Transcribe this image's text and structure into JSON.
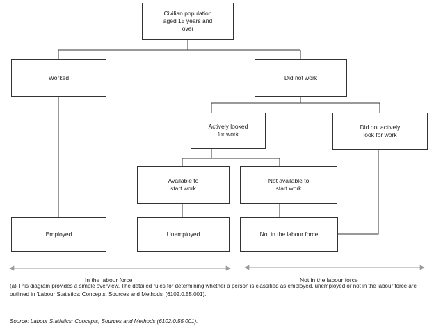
{
  "nodes": {
    "civilian": "Civilian population\naged 15 years and\nover",
    "worked": "Worked",
    "did_not_work": "Did not work",
    "actively_looked": "Actively looked\nfor work",
    "did_not_actively": "Did not actively\nlook for work",
    "available": "Available to\nstart work",
    "not_available": "Not available to\nstart work",
    "employed": "Employed",
    "unemployed": "Unemployed",
    "not_in_lf": "Not in the labour force"
  },
  "ranges": {
    "in_labour_force": "In the labour force",
    "not_in_labour_force": "Not in the labour force"
  },
  "footnote": "(a) This diagram provides a simple overview. The detailed rules for determining whether a person is classified as employed, unemployed or not in the labour force are outlined in 'Labour Statistics: Concepts, Sources and Methods' (6102.0.55.001).",
  "source": "Source: Labour Statistics: Concepts, Sources and Methods (6102.0.55.001).",
  "colors": {
    "arrow": "#aaaaaa",
    "line": "#333333"
  }
}
